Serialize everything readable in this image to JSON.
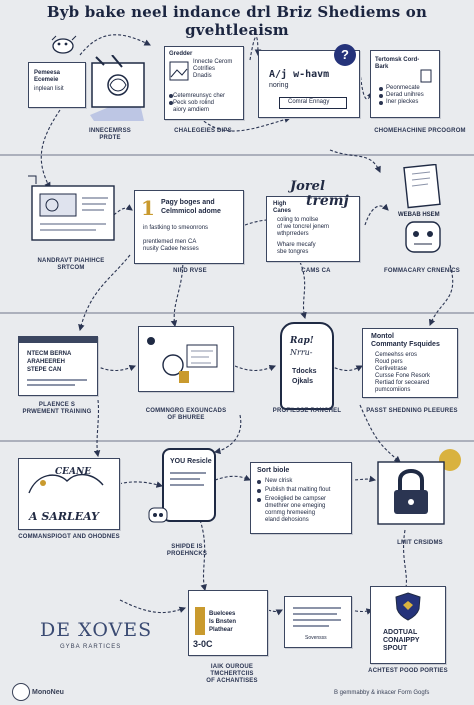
{
  "title": "Byb bake neel indance drl Briz Shediems on gvehtleaism",
  "nodes": {
    "n1": {
      "lines": [
        "Pemeesa",
        "Ecemeie",
        "inplean lisit"
      ],
      "caption": [
        "INNECEMRSS",
        "PRDTE"
      ]
    },
    "n2": {
      "lines": [
        "Gredder",
        "Innecte Cerom",
        "Cotrifies",
        "Dnadis",
        "Cetemreunsyc cher",
        "Peck sob rolind",
        "aiory amdiem"
      ],
      "caption": [
        "CHALEGEIES DIPS"
      ]
    },
    "n3": {
      "lines": [
        "A/j w-havm",
        "noring",
        "Comral Ennagy"
      ],
      "badge": "?",
      "caption": []
    },
    "n4": {
      "lines": [
        "Tertomsk Cord-",
        "Bark",
        "Peonmecate",
        "Derad unihres",
        "Iner pleckes"
      ],
      "caption": [
        "CHOMEHACHINE PRCOGROM"
      ]
    },
    "n5": {
      "lines": [],
      "caption": [
        "NANDRAVT PIAHIHCE",
        "SRTCOM"
      ]
    },
    "n6": {
      "lines": [
        "Pagy boges and",
        "Celmmicol adome",
        "in fastking to smeonrons",
        "prentlemed men CA",
        "nusity Cadee hesses"
      ],
      "number": "1",
      "caption": [
        "NIFD RVSE"
      ]
    },
    "n7": {
      "lines": [
        "High",
        "Canes",
        "coling to mollse",
        "of we toncrel jenem",
        "wthprreders",
        "Whare mecafy",
        "sbe tongres"
      ],
      "script": [
        "Jorel",
        "tremj"
      ],
      "caption": [
        "CAMS CA"
      ]
    },
    "n8": {
      "lines": [
        "WEBAB HSEM"
      ],
      "caption": [
        "FOMMACARY CRNENICS"
      ]
    },
    "n9": {
      "lines": [
        "NTECM BERNA",
        "ARAHEEREH",
        "STEPE CAN"
      ],
      "caption": [
        "PLAENCE S",
        "PRWEMENT TRAINING"
      ]
    },
    "n10": {
      "lines": [],
      "caption": [
        "COMMNGRG EXGUNCADS",
        "OF BHUREE"
      ]
    },
    "n11": {
      "lines": [
        "Tdocks",
        "Ojkals"
      ],
      "script": [
        "Rap!",
        "Nrru-"
      ],
      "caption": [
        "PROFILSSE RANCHEL"
      ]
    },
    "n12": {
      "lines": [
        "Montol",
        "Commanty Fsquides",
        "Cemeehss eros",
        "Roud pers",
        "Cerlivetrase",
        "Cursse Fone Resork",
        "Rertiad for seceared",
        "pumcomiions"
      ],
      "caption": [
        "PASST SHEDNING PLEEURES"
      ]
    },
    "n13": {
      "lines": [
        "CEANE",
        "A SARLEAY"
      ],
      "caption": [
        "COMMANSPIOGT AND OHODNES"
      ]
    },
    "n14": {
      "lines": [
        "YOU Resicle"
      ],
      "caption": [
        "SHIPDE IS",
        "PROEHNCKS"
      ]
    },
    "n15": {
      "lines": [
        "Sort biole",
        "New clrisk",
        "Publish that malting flout",
        "Ereoiiglied be campser",
        "dmethrer one emeging",
        "cornmg hremeeing",
        "eland dehosions"
      ],
      "caption": []
    },
    "n16": {
      "lines": [],
      "caption": [
        "LMIT CRSIDMS"
      ]
    },
    "n17": {
      "lines": [
        "DE XOVES",
        "GYBA RARTICES"
      ],
      "caption": []
    },
    "n18": {
      "lines": [
        "Buelcees",
        "Is Bnsten",
        "Plathear",
        "3-0C"
      ],
      "caption": [
        "IAIK OUROUE",
        "TMCHERTCIIS",
        "OF ACHANTISES"
      ]
    },
    "n19": {
      "lines": [
        "Sovensss"
      ],
      "caption": []
    },
    "n20": {
      "lines": [
        "ADOTUAL",
        "CONAIPPY",
        "SPOUT"
      ],
      "caption": [
        "ACHTEST POOD PORTIES"
      ]
    }
  },
  "footer": {
    "brand": "MonoNeu",
    "note": "B gemmabby & inkacer Form Gogfs"
  }
}
